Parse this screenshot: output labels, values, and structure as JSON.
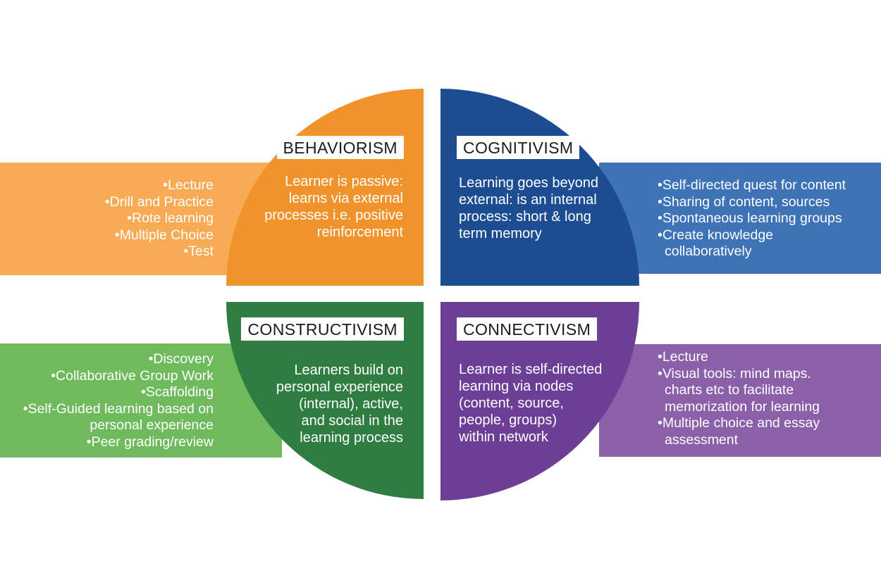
{
  "palette": {
    "background": "#FFFFFF",
    "title_text": "#1B1B1B",
    "body_text": "#FFFFFF"
  },
  "quadrants": [
    {
      "id": "behaviorism",
      "title": "BEHAVIORISM",
      "description": "Learner is passive:\nlearns via external\nprocesses i.e. positive\nreinforcement",
      "bullets": [
        "Lecture",
        "Drill and Practice",
        "Rote learning",
        "Multiple Choice",
        "Test"
      ],
      "colors": {
        "circle": "#F0932C",
        "bar": "#F8AB55"
      }
    },
    {
      "id": "cognitivism",
      "title": "COGNITIVISM",
      "description": "Learning goes beyond\nexternal: is an internal\nprocess: short & long\nterm memory",
      "bullets": [
        "Self-directed quest for content",
        "Sharing of content, sources",
        "Spontaneous learning groups",
        "Create knowledge\ncollaboratively"
      ],
      "colors": {
        "circle": "#1C4D92",
        "bar": "#3E73B7"
      }
    },
    {
      "id": "constructivism",
      "title": "CONSTRUCTIVISM",
      "description": "Learners build on\npersonal experience\n(internal), active,\nand social in the\nlearning process",
      "bullets": [
        "Discovery",
        "Collaborative Group Work",
        "Scaffolding",
        "Self-Guided learning based on\npersonal experience",
        "Peer grading/review"
      ],
      "colors": {
        "circle": "#2F7D41",
        "bar": "#70BA5E"
      }
    },
    {
      "id": "connectivism",
      "title": "CONNECTIVISM",
      "description": "Learner is self-directed\nlearning via nodes\n(content, source,\npeople, groups)\nwithin network",
      "bullets": [
        "Lecture",
        "Visual tools: mind maps.\ncharts etc to facilitate\nmemorization for learning",
        "Multiple choice and essay\nassessment"
      ],
      "colors": {
        "circle": "#6C3E95",
        "bar": "#8C60A9"
      }
    }
  ]
}
